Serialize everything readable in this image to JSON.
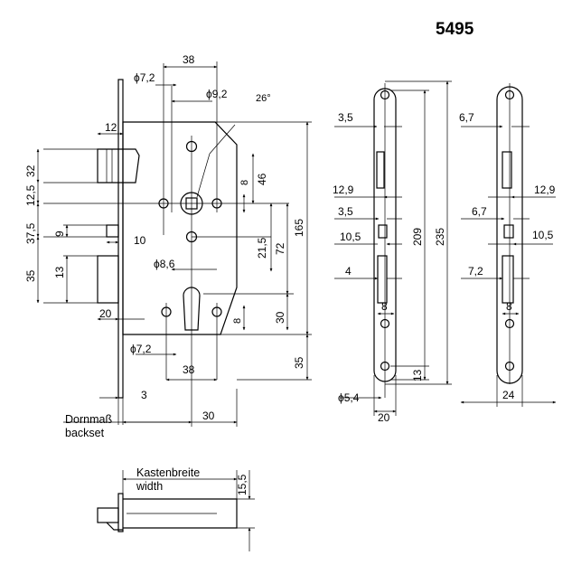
{
  "title": "5495",
  "labels": {
    "backset_de": "Dornmaß",
    "backset_en": "backset",
    "width_de": "Kastenbreite",
    "width_en": "width",
    "angle": "26°"
  },
  "dims_main": {
    "d38_top": "38",
    "phi72_top": "ϕ7,2",
    "phi92": "ϕ9,2",
    "d12": "12",
    "d32": "32",
    "d125": "12,5",
    "d375": "37,5",
    "d9": "9",
    "d10": "10",
    "d35_left": "35",
    "d13_left": "13",
    "d20_left": "20",
    "d8_sq": "8",
    "d46": "46",
    "d215": "21,5",
    "d72": "72",
    "d165": "165",
    "phi86": "ϕ8,6",
    "d8_cyl": "8",
    "d30_cyl": "30",
    "phi72_bot": "ϕ7,2",
    "d38_bot": "38",
    "d35_right": "35",
    "d3": "3",
    "d30_backset": "30"
  },
  "dims_plate1": {
    "d35": "3,5",
    "d129": "12,9",
    "d35b": "3,5",
    "d105": "10,5",
    "d4": "4",
    "d8": "8",
    "d209": "209",
    "d235": "235",
    "d13": "13",
    "phi54": "ϕ5,4",
    "d20": "20"
  },
  "dims_plate2": {
    "d67": "6,7",
    "d129": "12,9",
    "d67b": "6,7",
    "d105": "10,5",
    "d72": "7,2",
    "d8": "8",
    "d24": "24"
  },
  "dims_bottom": {
    "d155": "15,5"
  }
}
